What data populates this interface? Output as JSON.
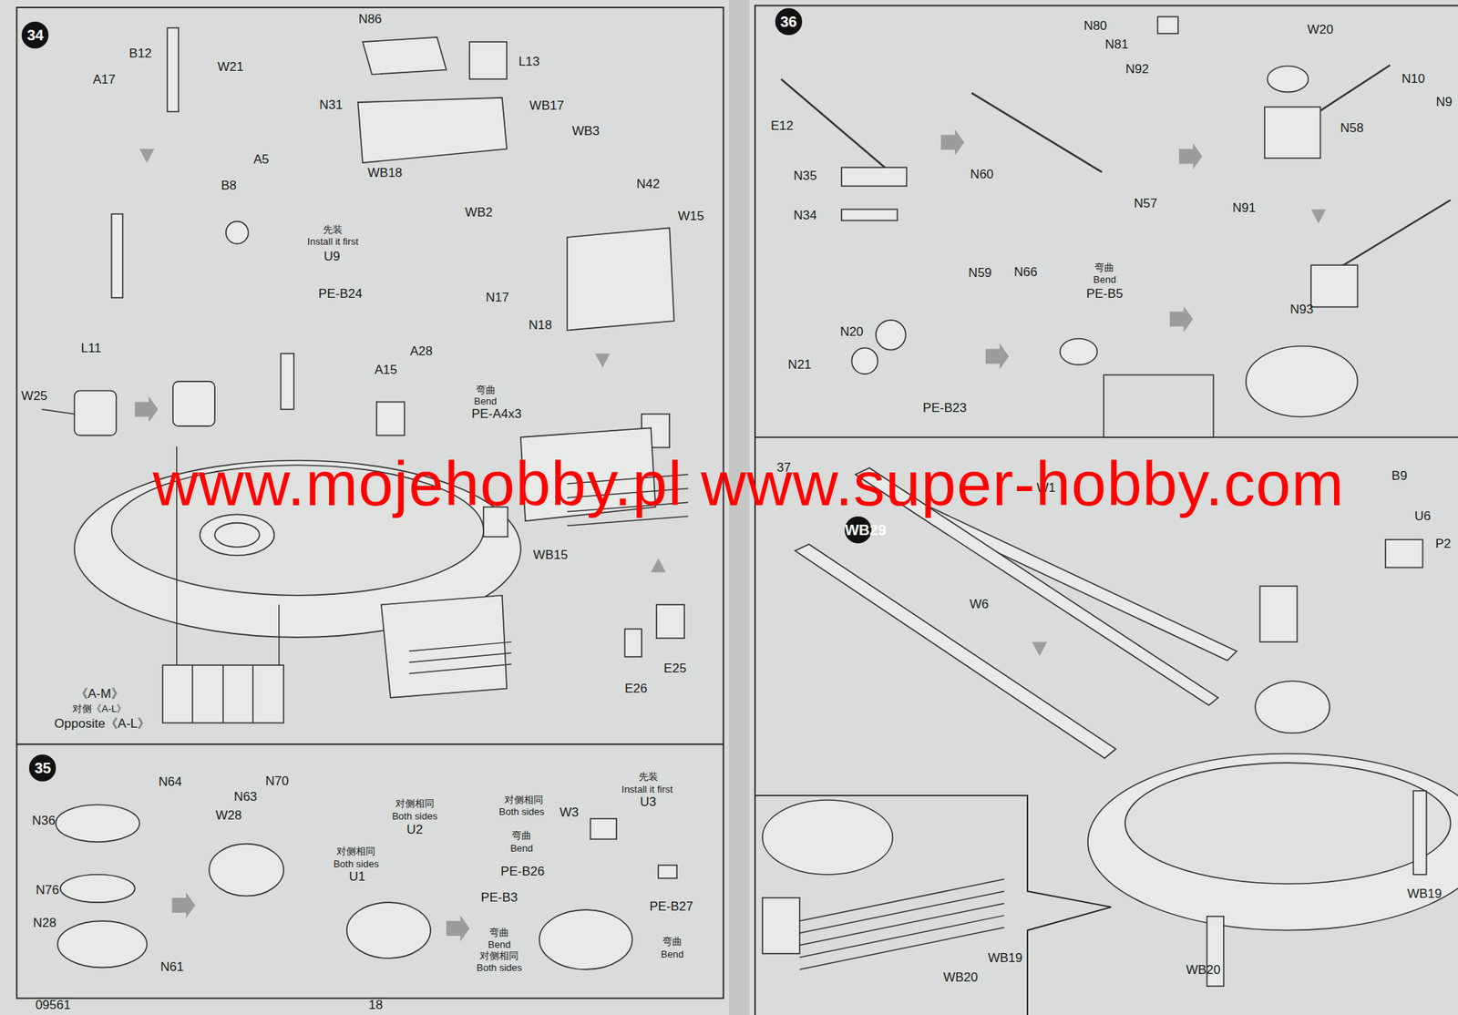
{
  "diagram": {
    "labels": [
      "34",
      "B12",
      "A17",
      "W21",
      "N86",
      "L13",
      "N31",
      "WB17",
      "WB3",
      "WB18",
      "WB2",
      "A5",
      "B8",
      "先装",
      "Install it first",
      "U9",
      "PE-B24",
      "N42",
      "W15",
      "N17",
      "N18",
      "L11",
      "W25",
      "A15",
      "A28",
      "弯曲",
      "Bend",
      "PE-A4x3",
      "WB15",
      "E25",
      "E26",
      "《A-M》",
      "对侧《A-L》",
      "Opposite《A-L》",
      "35",
      "N64",
      "N36",
      "N63",
      "N70",
      "W28",
      "N76",
      "N28",
      "N61",
      "对侧相同",
      "Both sides",
      "U2",
      "对侧相同",
      "Both sides",
      "U1",
      "对侧相同",
      "Both sides",
      "弯曲",
      "Bend",
      "PE-B26",
      "PE-B3",
      "弯曲",
      "Bend",
      "对侧相同",
      "Both sides",
      "W3",
      "先装",
      "Install it first",
      "U3",
      "PE-B27",
      "弯曲",
      "Bend",
      "09561",
      "18",
      "36",
      "N80",
      "N81",
      "N92",
      "W20",
      "N10",
      "N9",
      "E12",
      "N35",
      "N34",
      "N60",
      "N57",
      "N58",
      "N91",
      "N59",
      "N66",
      "弯曲",
      "Bend",
      "PE-B5",
      "N20",
      "N21",
      "PE-B23",
      "N93",
      "37",
      "WB29",
      "W1",
      "W6",
      "B9",
      "U6",
      "P2",
      "WB19",
      "WB20",
      "WB19",
      "WB20",
      "www.mojehobby.pl www.super-hobby.com"
    ]
  }
}
